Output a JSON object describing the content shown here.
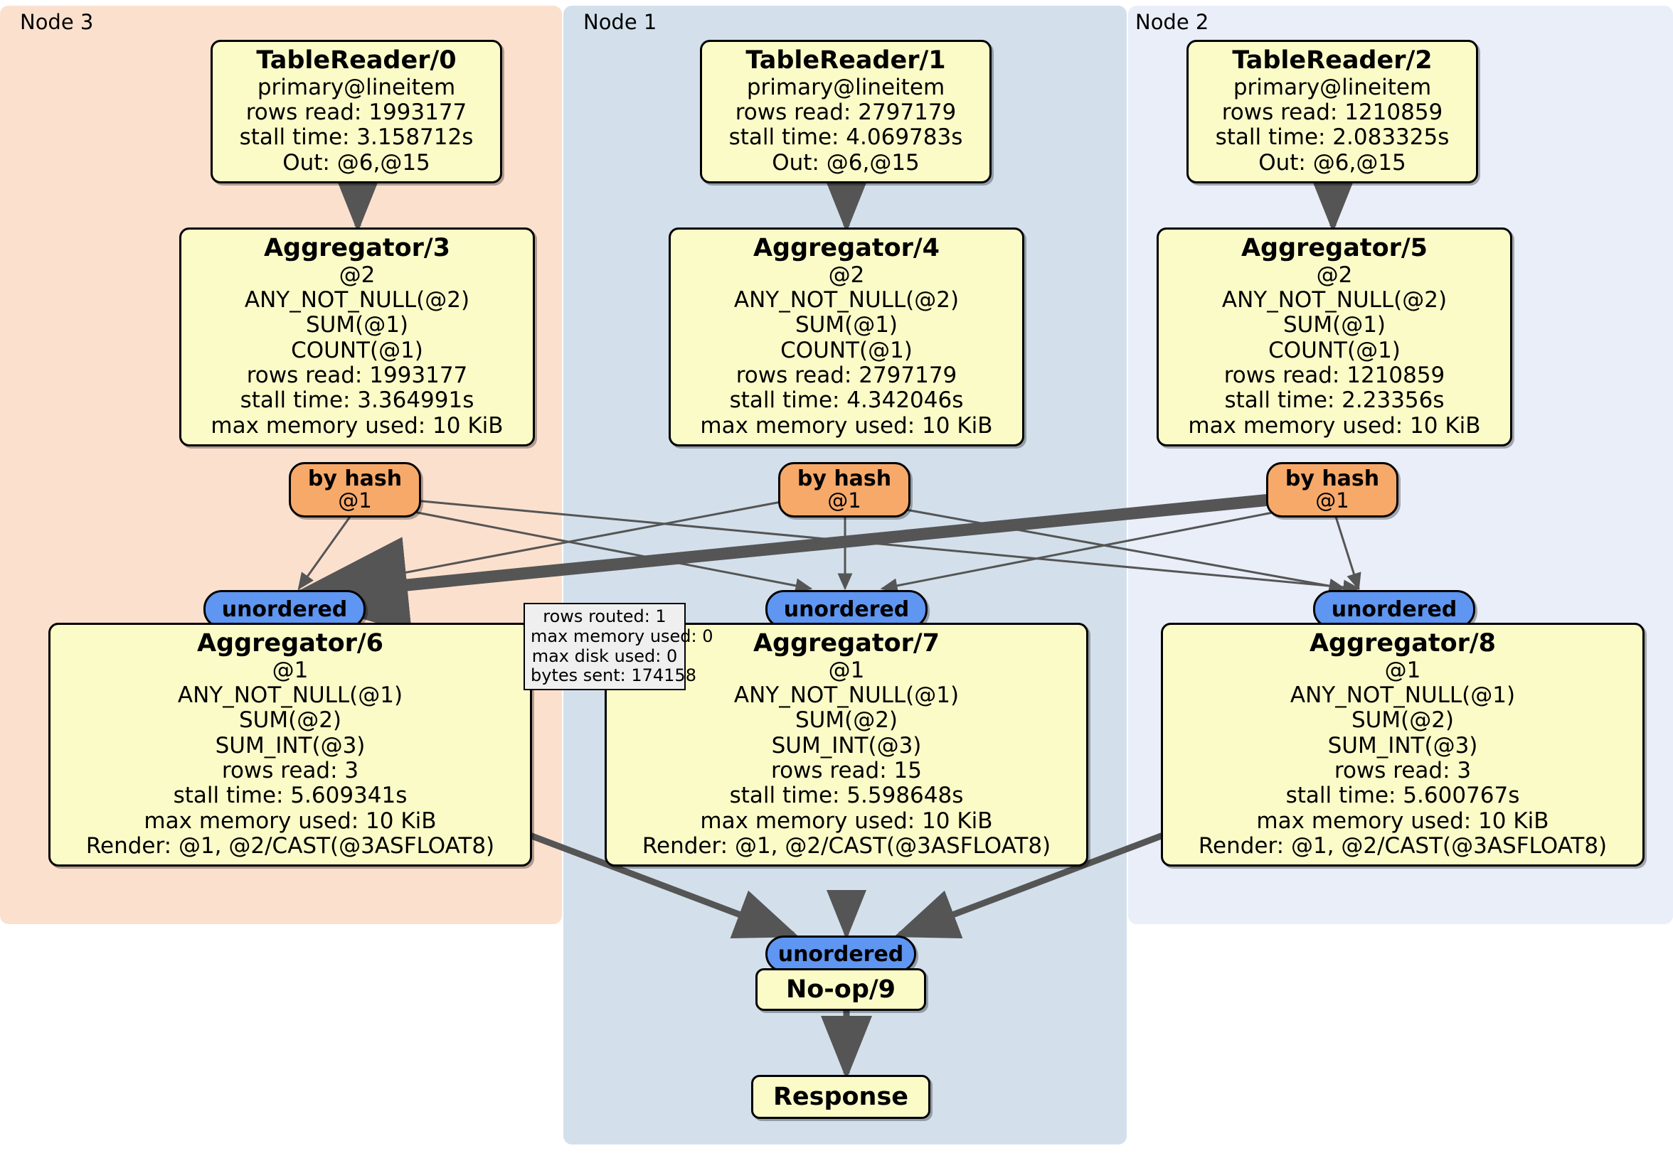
{
  "clusters": [
    {
      "id": "node3",
      "label": "Node 3",
      "color": "#fce0ce"
    },
    {
      "id": "node1",
      "label": "Node 1",
      "color": "#d3e0ec"
    },
    {
      "id": "node2",
      "label": "Node 2",
      "color": "#e9eef8"
    }
  ],
  "table_readers": [
    {
      "title": "TableReader/0",
      "source": "primary@lineitem",
      "rows_read": "rows read: 1993177",
      "stall_time": "stall time: 3.158712s",
      "out": "Out: @6,@15"
    },
    {
      "title": "TableReader/1",
      "source": "primary@lineitem",
      "rows_read": "rows read: 2797179",
      "stall_time": "stall time: 4.069783s",
      "out": "Out: @6,@15"
    },
    {
      "title": "TableReader/2",
      "source": "primary@lineitem",
      "rows_read": "rows read: 1210859",
      "stall_time": "stall time: 2.083325s",
      "out": "Out: @6,@15"
    }
  ],
  "aggregators_top": [
    {
      "title": "Aggregator/3",
      "group": "@2",
      "agg1": "ANY_NOT_NULL(@2)",
      "agg2": "SUM(@1)",
      "agg3": "COUNT(@1)",
      "rows_read": "rows read: 1993177",
      "stall_time": "stall time: 3.364991s",
      "max_memory": "max memory used: 10 KiB"
    },
    {
      "title": "Aggregator/4",
      "group": "@2",
      "agg1": "ANY_NOT_NULL(@2)",
      "agg2": "SUM(@1)",
      "agg3": "COUNT(@1)",
      "rows_read": "rows read: 2797179",
      "stall_time": "stall time: 4.342046s",
      "max_memory": "max memory used: 10 KiB"
    },
    {
      "title": "Aggregator/5",
      "group": "@2",
      "agg1": "ANY_NOT_NULL(@2)",
      "agg2": "SUM(@1)",
      "agg3": "COUNT(@1)",
      "rows_read": "rows read: 1210859",
      "stall_time": "stall time: 2.23356s",
      "max_memory": "max memory used: 10 KiB"
    }
  ],
  "hash_routers": [
    {
      "label": "by hash",
      "column": "@1"
    },
    {
      "label": "by hash",
      "column": "@1"
    },
    {
      "label": "by hash",
      "column": "@1"
    }
  ],
  "unordered_synchronizers": [
    {
      "label": "unordered"
    },
    {
      "label": "unordered"
    },
    {
      "label": "unordered"
    },
    {
      "label": "unordered"
    }
  ],
  "aggregators_bottom": [
    {
      "title": "Aggregator/6",
      "group": "@1",
      "agg1": "ANY_NOT_NULL(@1)",
      "agg2": "SUM(@2)",
      "agg3": "SUM_INT(@3)",
      "rows_read": "rows read: 3",
      "stall_time": "stall time: 5.609341s",
      "max_memory": "max memory used: 10 KiB",
      "render": "Render: @1, @2/CAST(@3ASFLOAT8)"
    },
    {
      "title": "Aggregator/7",
      "group": "@1",
      "agg1": "ANY_NOT_NULL(@1)",
      "agg2": "SUM(@2)",
      "agg3": "SUM_INT(@3)",
      "rows_read": "rows read: 15",
      "stall_time": "stall time: 5.598648s",
      "max_memory": "max memory used: 10 KiB",
      "render": "Render: @1, @2/CAST(@3ASFLOAT8)"
    },
    {
      "title": "Aggregator/8",
      "group": "@1",
      "agg1": "ANY_NOT_NULL(@1)",
      "agg2": "SUM(@2)",
      "agg3": "SUM_INT(@3)",
      "rows_read": "rows read: 3",
      "stall_time": "stall time: 5.600767s",
      "max_memory": "max memory used: 10 KiB",
      "render": "Render: @1, @2/CAST(@3ASFLOAT8)"
    }
  ],
  "edge_stats_tooltip": {
    "rows_routed": "rows routed: 1",
    "max_memory_used": "max memory used: 0",
    "max_disk_used": "max disk used: 0",
    "bytes_sent": "bytes sent: 174158"
  },
  "noop": {
    "title": "No-op/9"
  },
  "response": {
    "title": "Response"
  },
  "colors": {
    "node_fill": "#fbfbc8",
    "node_stroke": "#000000",
    "hash_fill": "#f7a96a",
    "unordered_fill": "#5f96f2",
    "edge": "#555555",
    "tooltip_fill": "#efefef"
  }
}
